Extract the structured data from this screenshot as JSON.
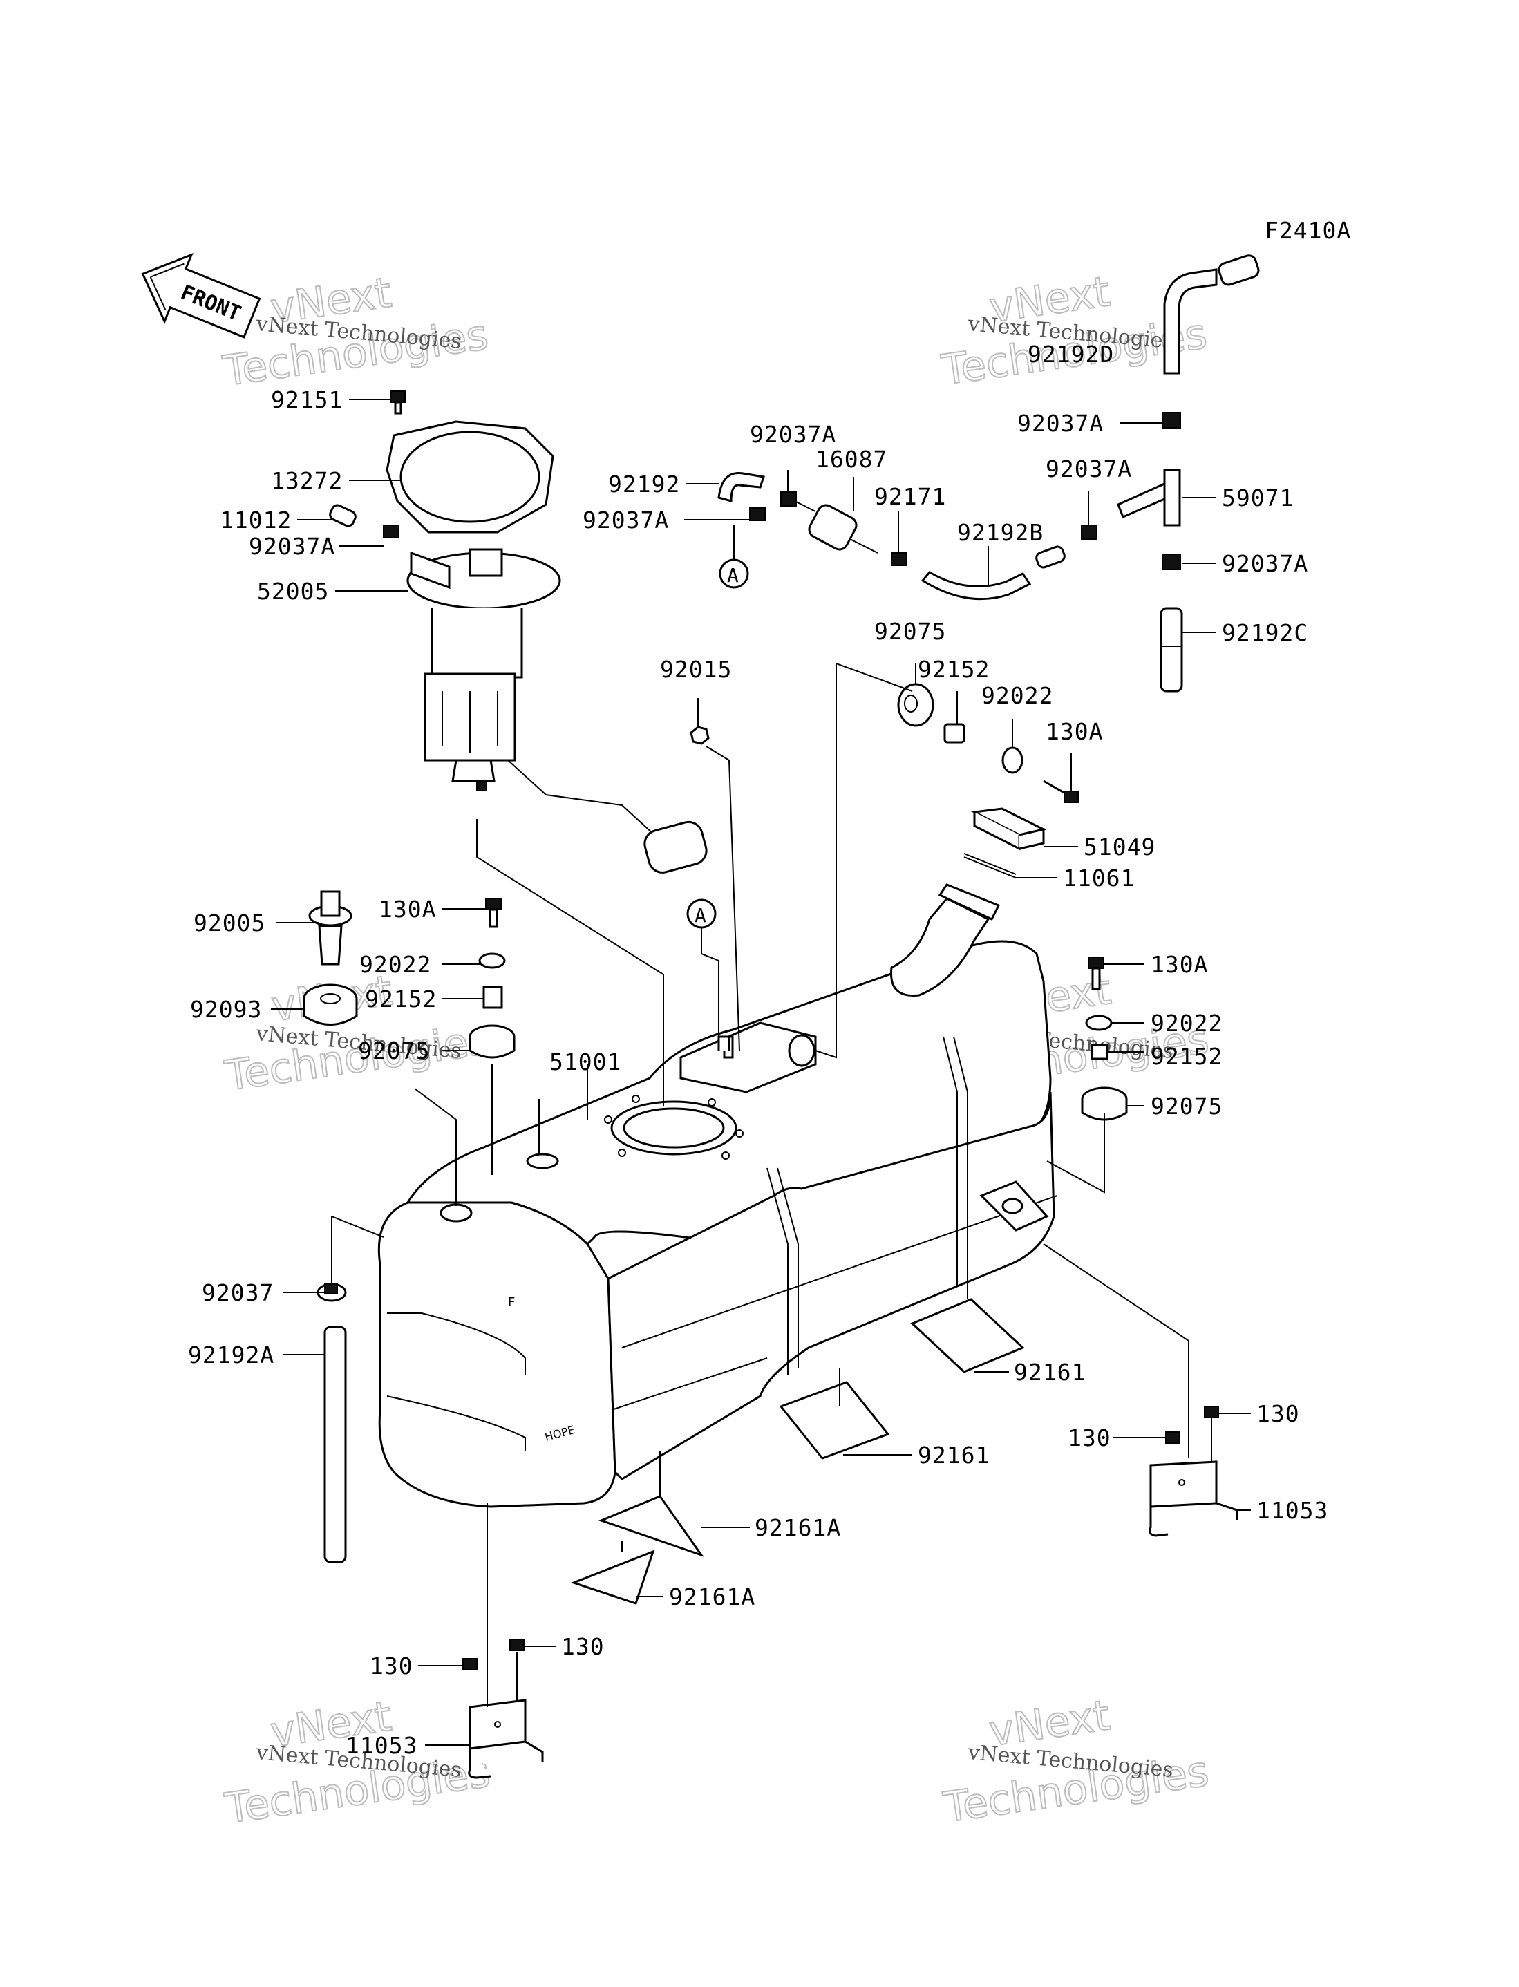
{
  "diagram_code": "F2410A",
  "front_label": "FRONT",
  "ref_marker": "A",
  "watermark": {
    "line1": "vNext",
    "line2": "Technologies",
    "full": "vNext Technologies"
  },
  "tank_markings": {
    "front_mark": "F",
    "hope_mark": "HOPE"
  },
  "labels": {
    "p92151": "92151",
    "p13272": "13272",
    "p11012": "11012",
    "p92037A_pump": "92037A",
    "p52005": "52005",
    "p92192": "92192",
    "p92037A_a": "92037A",
    "p92037A_b": "92037A",
    "p16087": "16087",
    "p92171": "92171",
    "p92192B": "92192B",
    "p92037A_c": "92037A",
    "p92192D": "92192D",
    "p92037A_d": "92037A",
    "p59071": "59071",
    "p92037A_e": "92037A",
    "p92192C": "92192C",
    "p92075_top": "92075",
    "p92152_top": "92152",
    "p92022_top": "92022",
    "p130A_top": "130A",
    "p92015": "92015",
    "p51049": "51049",
    "p11061": "11061",
    "p92005": "92005",
    "p130A_left": "130A",
    "p92022_left": "92022",
    "p92152_left": "92152",
    "p92093": "92093",
    "p92075_left": "92075",
    "p51001": "51001",
    "p130A_right": "130A",
    "p92022_right": "92022",
    "p92152_right": "92152",
    "p92075_right": "92075",
    "p92037": "92037",
    "p92192A": "92192A",
    "p92161_a": "92161",
    "p92161_b": "92161",
    "p92161A_a": "92161A",
    "p92161A_b": "92161A",
    "p130_r1": "130",
    "p130_r2": "130",
    "p11053_right": "11053",
    "p130_l1": "130",
    "p130_l2": "130",
    "p11053_left": "11053"
  }
}
